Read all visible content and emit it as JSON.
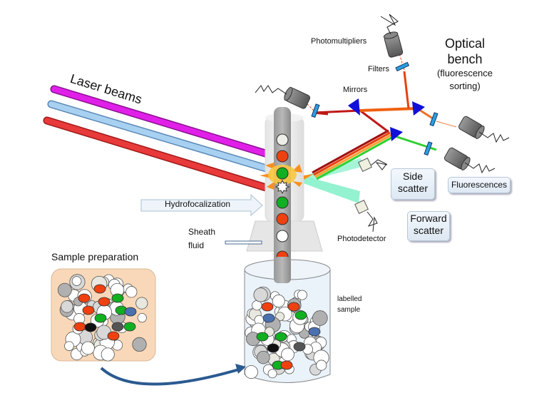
{
  "labels": {
    "laser_beams": "Laser beams",
    "photomultipliers": "Photomultipliers",
    "filters": "Filters",
    "mirrors": "Mirrors",
    "optical_bench_line1": "Optical",
    "optical_bench_line2": "bench",
    "optical_bench_line3": "(fluorescence",
    "optical_bench_line4": "sorting)",
    "side_scatter_line1": "Side",
    "side_scatter_line2": "scatter",
    "fluorescences": "Fluorescences",
    "forward_scatter_line1": "Forward",
    "forward_scatter_line2": "scatter",
    "photodetector": "Photodetector",
    "hydrofocalization": "Hydrofocalization",
    "sheath_fluid_line1": "Sheath",
    "sheath_fluid_line2": "fluid",
    "sample_preparation": "Sample preparation",
    "labelled_sample_line1": "labelled",
    "labelled_sample_line2": "sample"
  },
  "colors": {
    "laser_violet": "#e020e8",
    "laser_blue": "#9cc8ee",
    "laser_red": "#e83a3a",
    "mirror": "#1010d8",
    "filter": "#2aa0e0",
    "cell_red": "#f04010",
    "cell_green": "#10b020",
    "scatter_light": "#80f0c8",
    "sample_box": "#f8d8b8"
  }
}
